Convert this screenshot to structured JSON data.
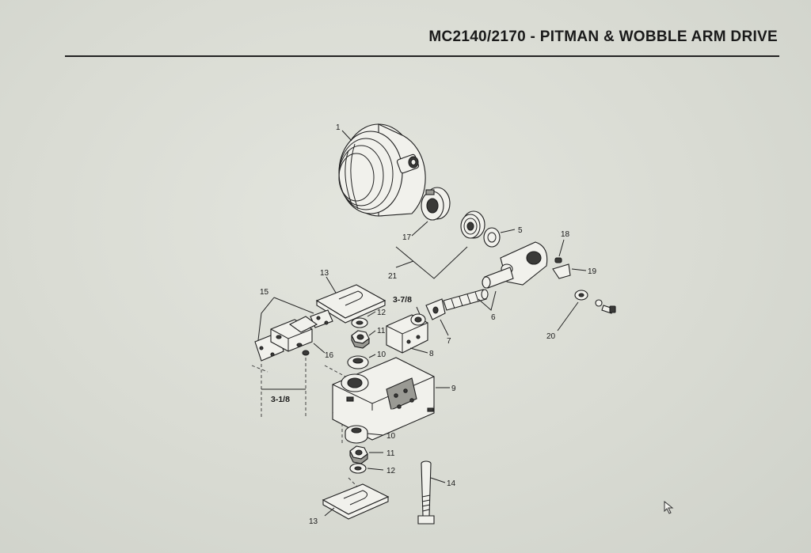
{
  "page": {
    "title": "MC2140/2170 - PITMAN & WOBBLE ARM DRIVE"
  },
  "callouts": {
    "c1": "1",
    "c5": "5",
    "c6": "6",
    "c7": "7",
    "c8": "8",
    "c9": "9",
    "c10a": "10",
    "c10b": "10",
    "c11a": "11",
    "c11b": "11",
    "c12a": "12",
    "c12b": "12",
    "c13a": "13",
    "c13b": "13",
    "c14": "14",
    "c15": "15",
    "c16": "16",
    "c17": "17",
    "c18": "18",
    "c19": "19",
    "c20": "20",
    "c21": "21"
  },
  "dimensions": {
    "upper": "3-7/8",
    "lower": "3-1/8"
  },
  "colors": {
    "paper": "#d9dbd3",
    "ink": "#1a1a1a"
  },
  "icons": {
    "cursor": "mouse-pointer-icon"
  }
}
